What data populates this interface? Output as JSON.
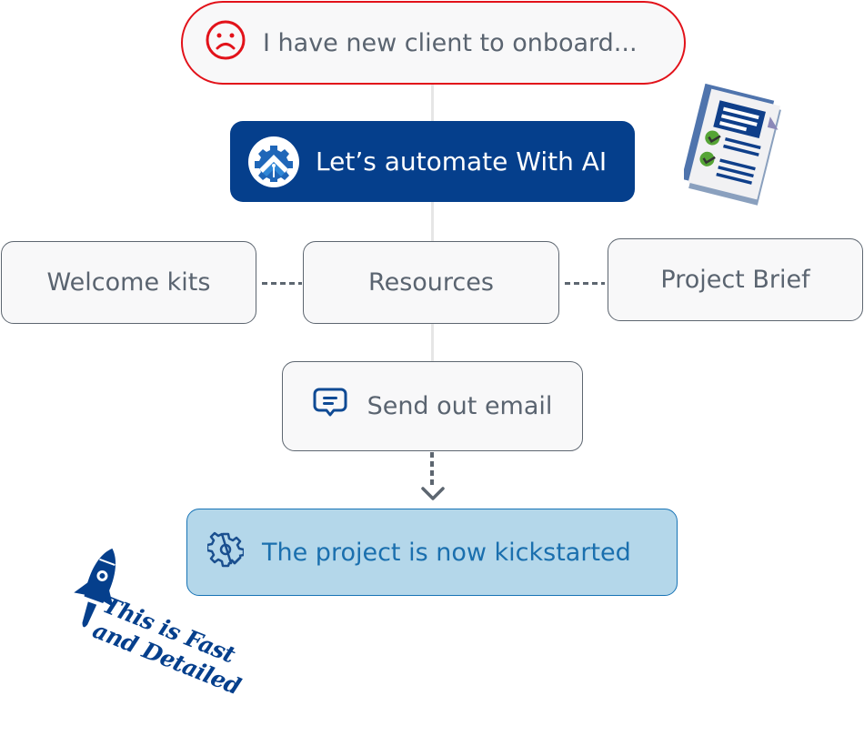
{
  "diagram": {
    "problem": {
      "text": "I have new client to onboard...",
      "icon": "sad-face-icon",
      "color": "#e2121a"
    },
    "automation": {
      "text": "Let’s automate With AI",
      "icon": "ai-gear-logo-icon",
      "color": "#053f8c"
    },
    "resources_row": [
      {
        "text": "Welcome kits"
      },
      {
        "text": "Resources"
      },
      {
        "text": "Project Brief"
      }
    ],
    "email_step": {
      "text": "Send out email",
      "icon": "chat-message-icon"
    },
    "result": {
      "text": "The project is now kickstarted",
      "icon": "gear-check-icon",
      "bg": "#b4d7ea",
      "color": "#1a6fae"
    },
    "decorations": {
      "document_icon": "checklist-document-icon",
      "rocket_icon": "rocket-icon",
      "tagline": [
        "This is Fast",
        "and Detailed"
      ]
    }
  }
}
